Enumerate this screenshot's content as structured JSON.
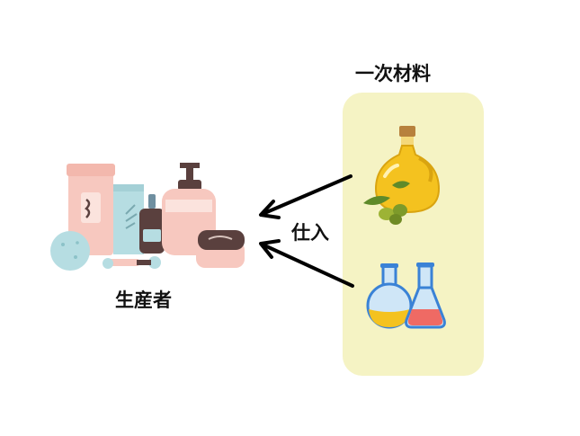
{
  "labels": {
    "raw_materials": "一次材料",
    "purchase": "仕入",
    "producer": "生産者"
  },
  "colors": {
    "panel_fill": "#f5f3c4",
    "arrow": "#000000",
    "pink": "#f7c8bf",
    "teal": "#b6dde2",
    "brown": "#5a403e",
    "oil_yellow": "#f4c21f",
    "olive_green": "#7d9a2a",
    "flask_blue": "#3a82d6",
    "flask_red": "#ef6a64"
  },
  "icons": [
    "cosmetics-products-icon",
    "olive-oil-bottle-icon",
    "chemical-flasks-icon"
  ]
}
